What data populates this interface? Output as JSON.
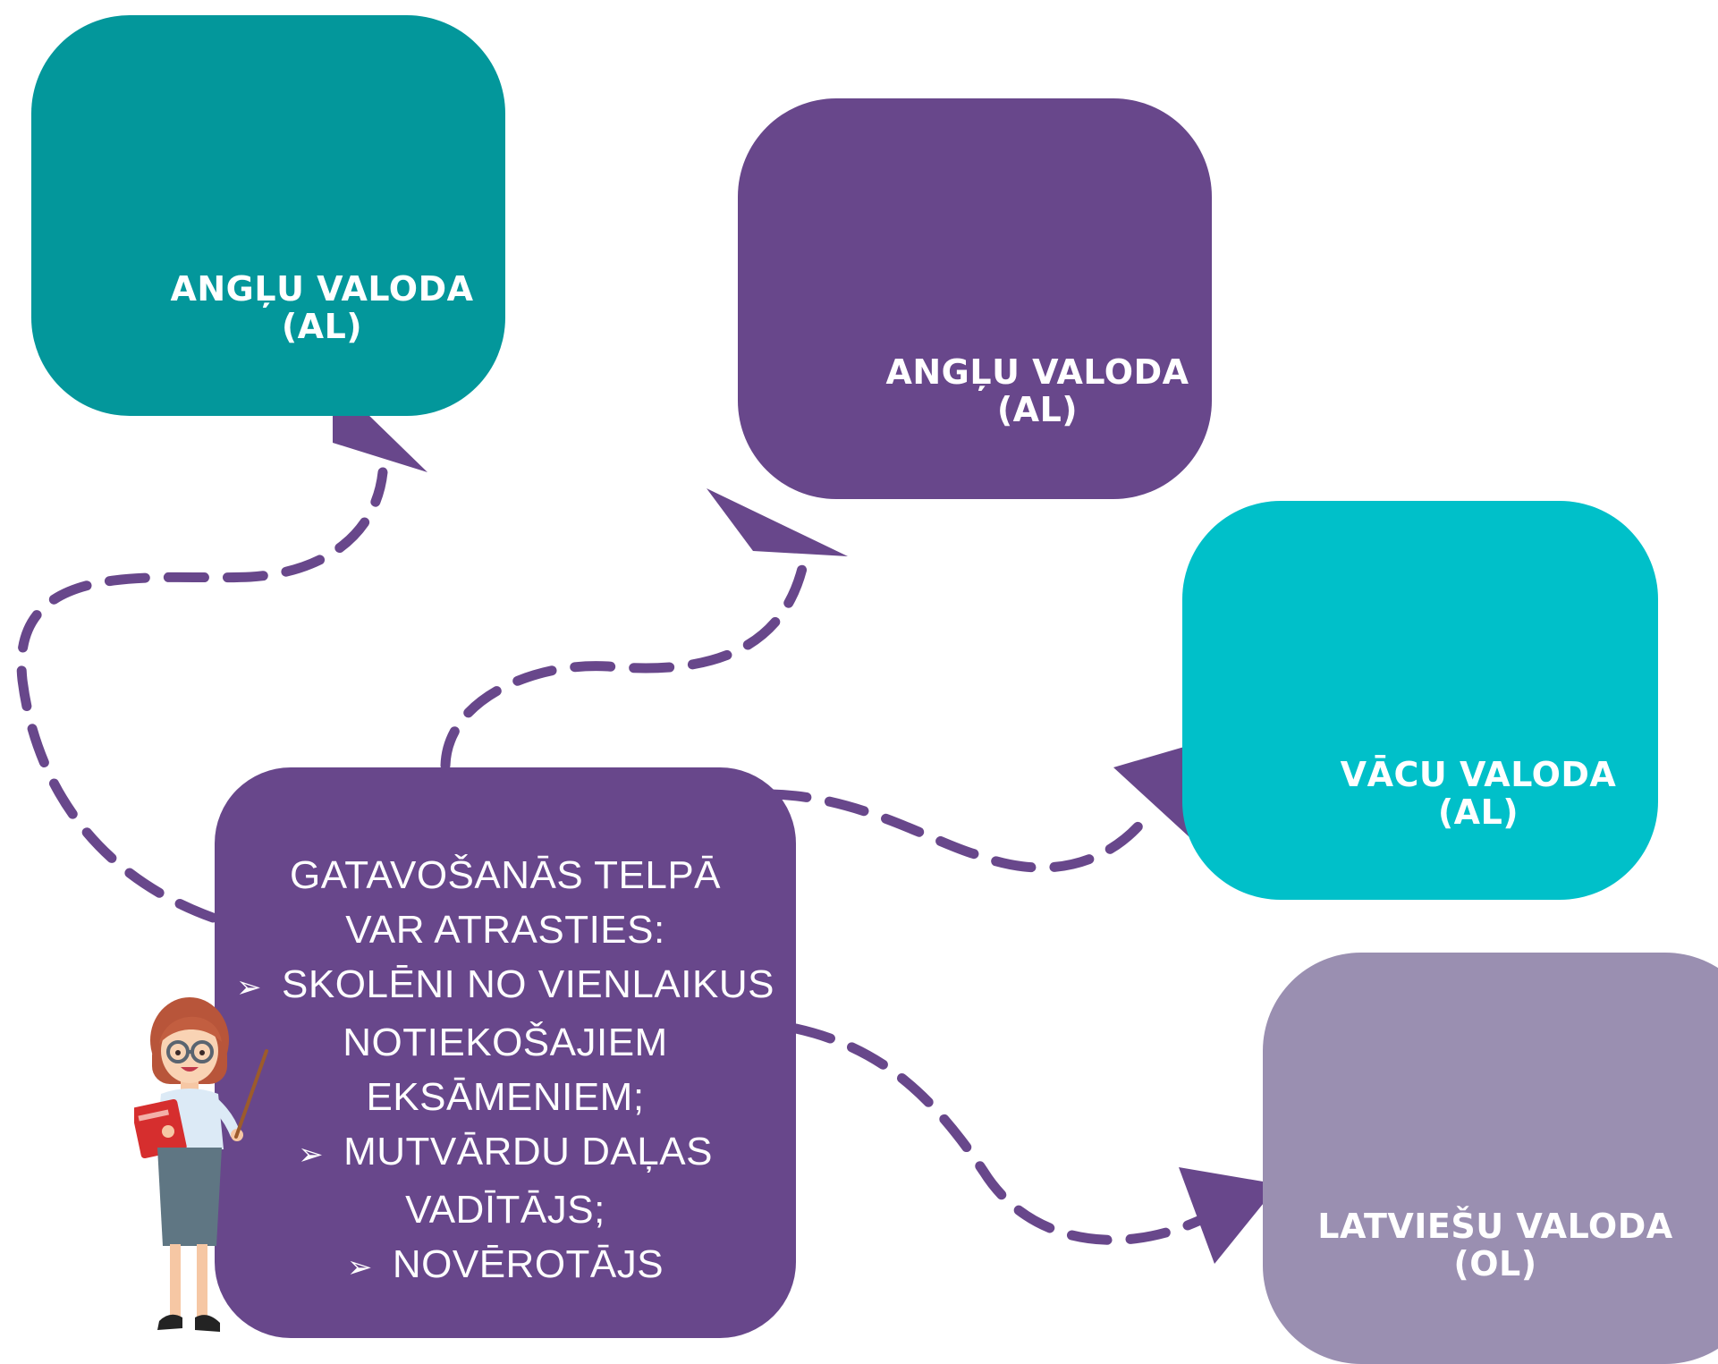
{
  "colors": {
    "teal": "#03979B",
    "purple": "#68478B",
    "cyan": "#00C0C9",
    "lavender": "#9A8FB1",
    "arrow": "#68478B"
  },
  "rooms": [
    {
      "id": "angl-al-1",
      "label": "ANGĻU VALODA\n(AL)",
      "color": "teal"
    },
    {
      "id": "angl-al-2",
      "label": "ANGĻU VALODA\n(AL)",
      "color": "purple"
    },
    {
      "id": "vacu-al",
      "label": "VĀCU VALODA\n(AL)",
      "color": "cyan"
    },
    {
      "id": "latviesu-ol",
      "label": "LATVIEŠU VALODA\n(OL)",
      "color": "lavender"
    }
  ],
  "center": {
    "title": "GATAVOŠANĀS TELPĀ\nVAR ATRASTIES:",
    "bullet_icon": "arrowhead-bullet-icon",
    "items": [
      {
        "lines": [
          "SKOLĒNI NO VIENLAIKUS",
          "NOTIEKOŠAJIEM",
          "EKSĀMENIEM;"
        ]
      },
      {
        "lines": [
          "MUTVĀRDU DAĻAS",
          "VADĪTĀJS;"
        ]
      },
      {
        "lines": [
          "NOVĒROTĀJS"
        ]
      }
    ]
  },
  "illustration": "teacher-with-pointer-and-book"
}
